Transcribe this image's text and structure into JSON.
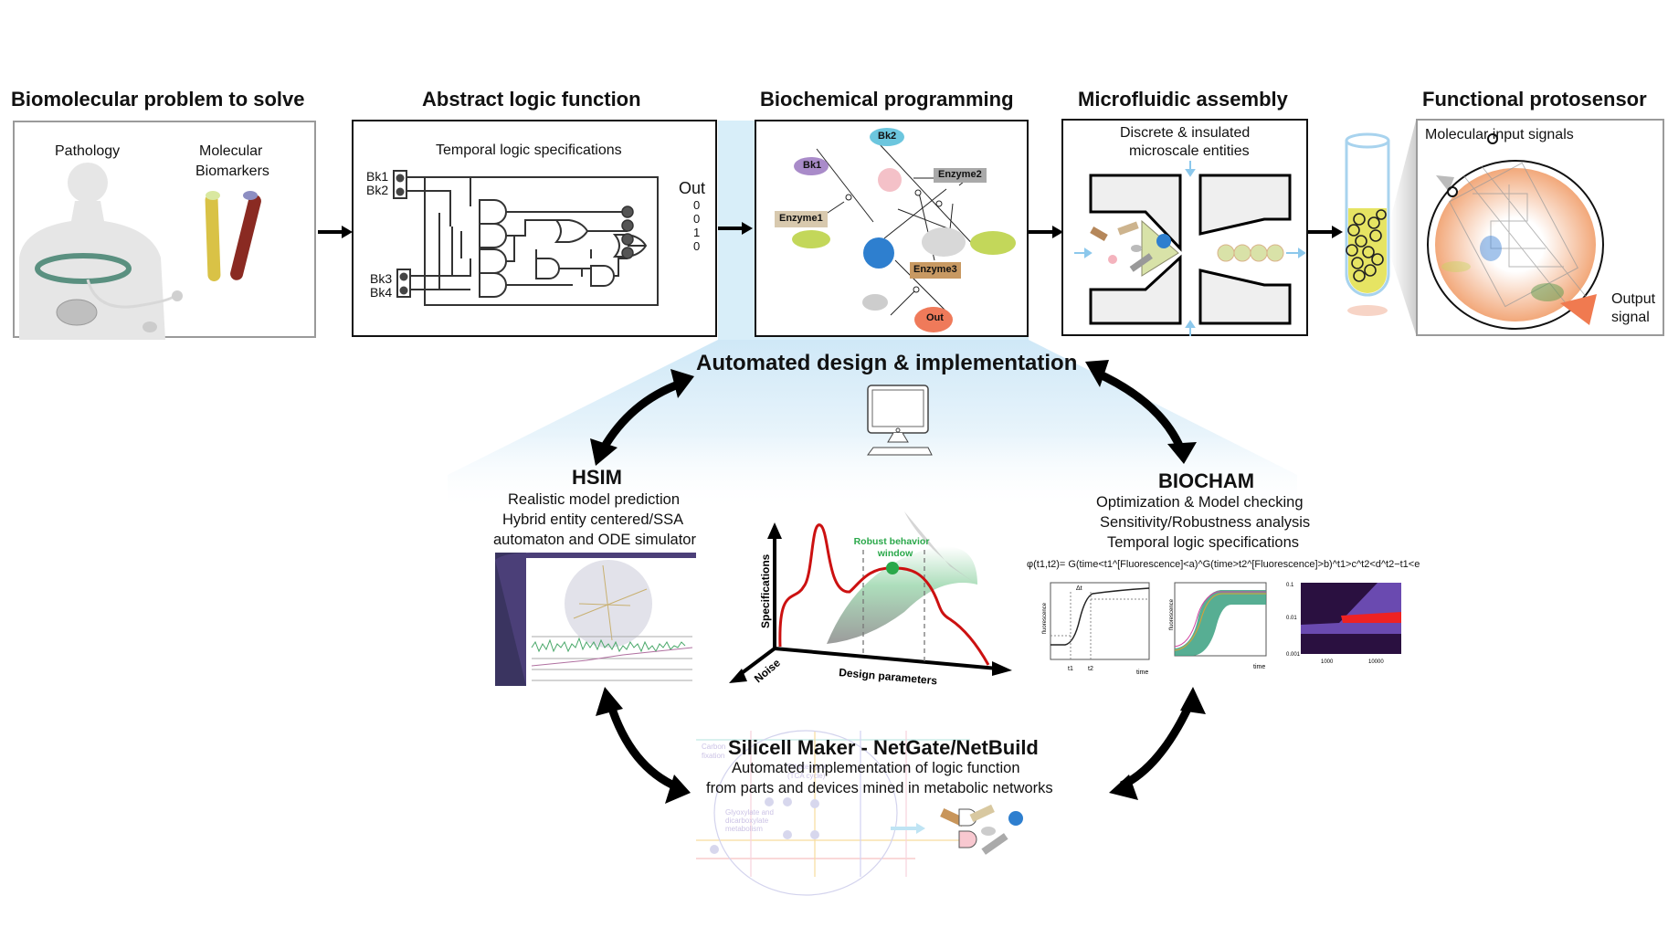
{
  "stages": [
    {
      "title": "Biomolecular problem to solve",
      "labels": [
        "Pathology",
        "Molecular",
        "Biomarkers"
      ]
    },
    {
      "title": "Abstract logic function",
      "subtitle": "Temporal logic specifications",
      "inputs": [
        "Bk1",
        "Bk2",
        "Bk3",
        "Bk4"
      ],
      "output_label": "Out",
      "outputs": [
        "0",
        "0",
        "1",
        "0"
      ]
    },
    {
      "title": "Biochemical programming",
      "nodes": {
        "bk1": "Bk1",
        "bk2": "Bk2",
        "enzyme1": "Enzyme1",
        "enzyme2": "Enzyme2",
        "enzyme3": "Enzyme3",
        "out": "Out"
      }
    },
    {
      "title": "Microfluidic assembly",
      "labels": [
        "Discrete & insulated",
        "microscale entities"
      ]
    },
    {
      "title": "Functional protosensor",
      "labels": [
        "Molecular input signals",
        "Output",
        "signal"
      ]
    }
  ],
  "center": {
    "title": "Automated design & implementation",
    "icon": "computer-icon"
  },
  "hsim": {
    "title": "HSIM",
    "lines": [
      "Realistic model prediction",
      "Hybrid entity centered/SSA",
      "automaton and ODE simulator"
    ]
  },
  "landscape": {
    "robust_label_1": "Robust behavior",
    "robust_label_2": "window",
    "y_axis": "Specifications",
    "x_axis": "Design parameters",
    "z_axis": "Noise"
  },
  "biocham": {
    "title": "BIOCHAM",
    "lines": [
      "Optimization & Model checking",
      "Sensitivity/Robustness analysis",
      "Temporal logic specifications"
    ],
    "formula": "φ(t1,t2)= G(time<t1^[Fluorescence]<a)^G(time>t2^[Fluorescence]>b)^t1>c^t2<d^t2−t1<e",
    "plots": {
      "xlabel": "time",
      "ylabel": "fluorescence",
      "t1": "t1",
      "t2": "t2",
      "delta": "Δt",
      "heat_y": [
        "0.1",
        "0.01",
        "0.001"
      ],
      "heat_x": [
        "1000",
        "10000"
      ]
    }
  },
  "silicell": {
    "title": "Silicell Maker - NetGate/NetBuild",
    "lines": [
      "Automated implementation of logic function",
      "from parts and devices mined in metabolic networks"
    ],
    "bg_labels": [
      "Carbon",
      "fixation",
      "Citrate cycle",
      "(TCA cycle)",
      "Glyoxylate and",
      "dicarboxylate",
      "metabolism"
    ]
  },
  "colors": {
    "sky": "#d6ecf8",
    "blue_node": "#2e7fcf",
    "green_node": "#c3d75a",
    "out_node": "#ef7a5a",
    "red_curve": "#cc1111",
    "robust_green": "#2aa84a"
  }
}
